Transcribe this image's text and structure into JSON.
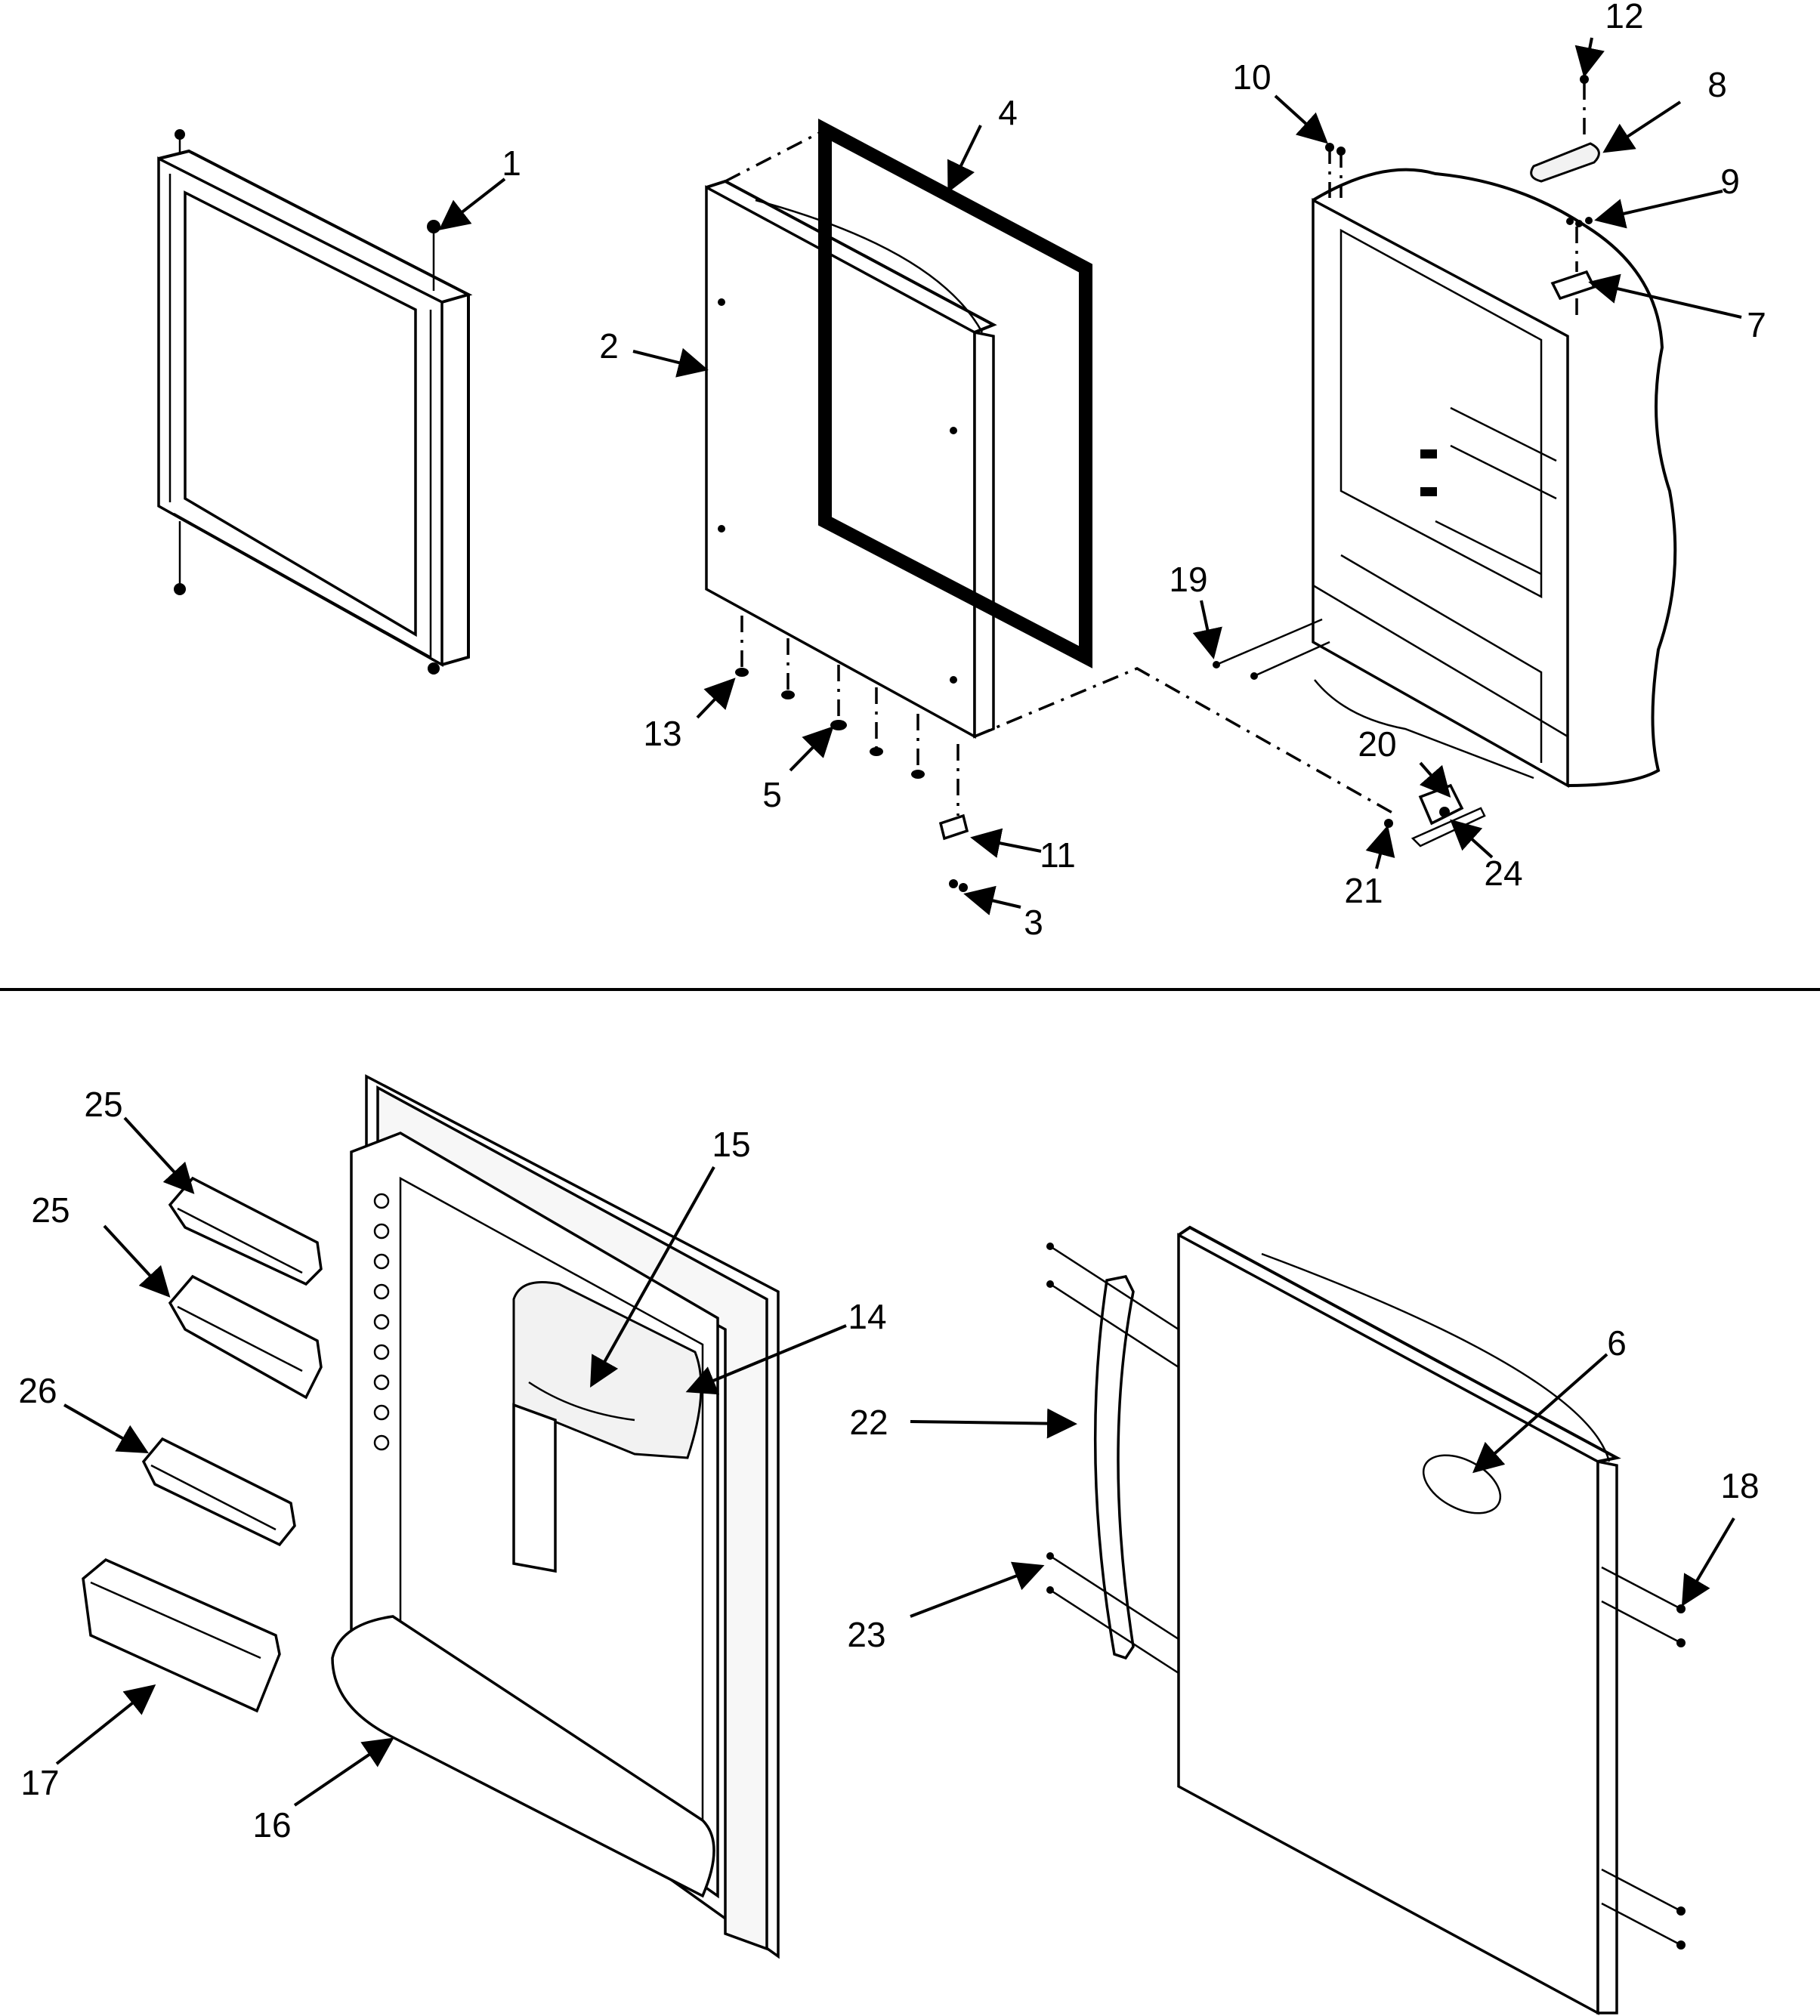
{
  "callouts": {
    "c1": "1",
    "c2": "2",
    "c3": "3",
    "c4": "4",
    "c5": "5",
    "c6": "6",
    "c7": "7",
    "c8": "8",
    "c9": "9",
    "c10": "10",
    "c11": "11",
    "c12": "12",
    "c13": "13",
    "c14": "14",
    "c15": "15",
    "c16": "16",
    "c17": "17",
    "c18": "18",
    "c19": "19",
    "c20": "20",
    "c21": "21",
    "c22": "22",
    "c23": "23",
    "c24": "24",
    "c25a": "25",
    "c25b": "25",
    "c26": "26"
  }
}
